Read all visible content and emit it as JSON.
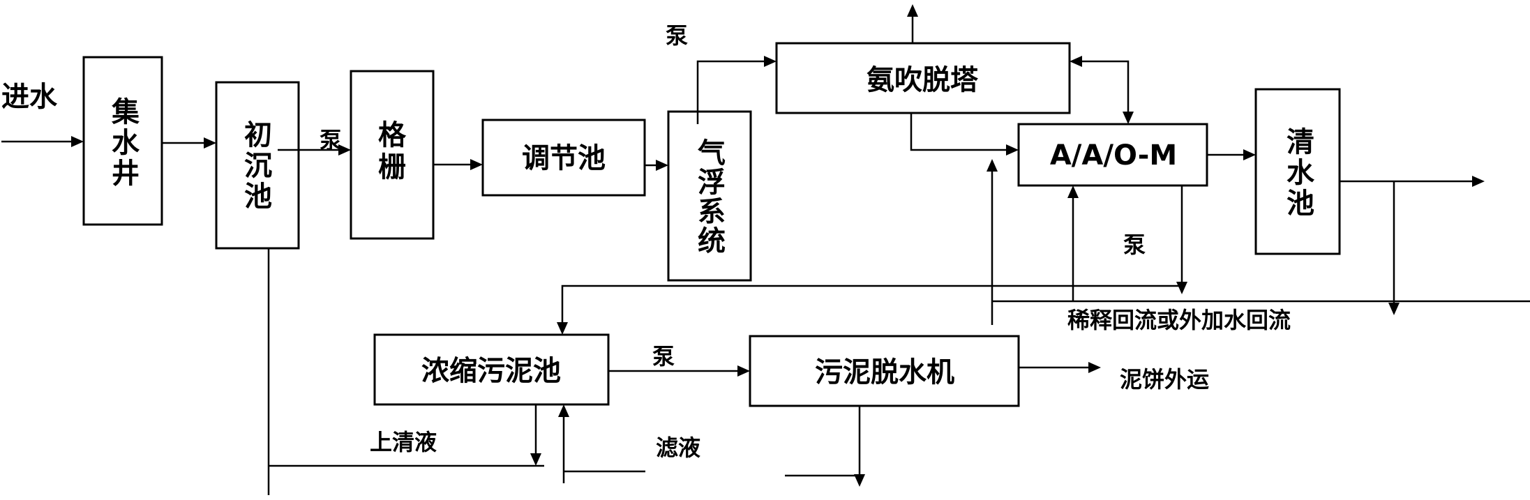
{
  "boxes": {
    "collect_well": "集水井",
    "primary_clarifier": "初沉池",
    "screen": "格栅",
    "equalization_tank": "调节池",
    "air_flotation": "气浮系统",
    "ammonia_stripper": "氨吹脱塔",
    "aao_m": "A/A/O-M",
    "clear_water_tank": "清水池",
    "sludge_thickener": "浓缩污泥池",
    "sludge_dewaterer": "污泥脱水机"
  },
  "labels": {
    "inlet": "进水",
    "pump": "泵",
    "recycle": "稀释回流或外加水回流",
    "cake_out": "泥饼外运",
    "supernatant": "上清液",
    "filtrate": "滤液"
  }
}
